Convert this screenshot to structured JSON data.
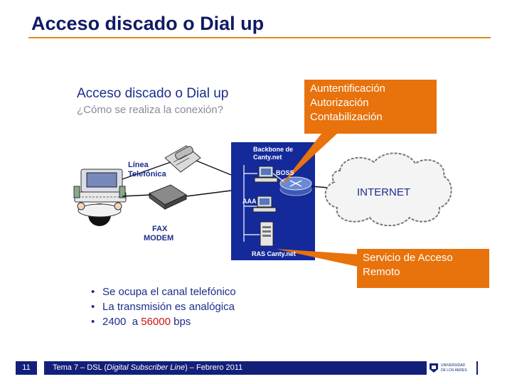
{
  "slide": {
    "title": "Acceso discado o Dial up",
    "accent_color": "#e38a1a",
    "title_color": "#0f1a66"
  },
  "diagram": {
    "title": "Acceso discado o Dial up",
    "subtitle": "¿Cómo se realiza la conexión?",
    "labels": {
      "linea": "Línea",
      "telefonica": "Telefónica",
      "fax": "FAX",
      "modem": "MODEM",
      "backbone_1": "Backbone de",
      "backbone_2": "Canty.net",
      "boss": "BOSS",
      "aaa": "AAA",
      "ras": "RAS Canty.net",
      "internet": "INTERNET"
    }
  },
  "callouts": {
    "auth": {
      "line1": "Auntentificación",
      "line2": "Autorización",
      "line3": "Contabilización"
    },
    "ras": {
      "line1": "Servicio de Acceso",
      "line2": "Remoto"
    },
    "color": "#e8720c"
  },
  "bullets": {
    "item1": "Se ocupa el canal telefónico",
    "item2": "La transmisión es analógica",
    "item3_a": "2400  a ",
    "item3_highlight": "56000",
    "item3_b": " bps"
  },
  "footer": {
    "page_number": "11",
    "text_a": "Tema 7  –  DSL (",
    "text_italic": "Digital Subscriber Line",
    "text_b": ")  –  Febrero 2011",
    "logo_line1": "UNIVERSIDAD",
    "logo_line2": "DE LOS ANDES",
    "bar_color": "#13207a"
  }
}
